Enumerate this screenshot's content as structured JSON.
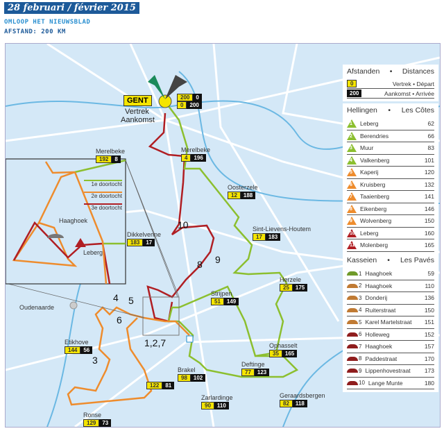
{
  "header": {
    "date": "28 februari / février 2015",
    "race": "OMLOOP HET NIEUWSBLAD",
    "distance": "AFSTAND: 200 KM"
  },
  "start": {
    "city": "GENT",
    "line1": "Vertrek",
    "line2": "Aankomst",
    "start_box": [
      "200",
      "0"
    ],
    "finish_box": [
      "0",
      "200"
    ]
  },
  "places": [
    {
      "name": "Merelbeke",
      "from_start": "192",
      "to_finish": "8"
    },
    {
      "name": "Merelbeke",
      "from_start": "4",
      "to_finish": "196"
    },
    {
      "name": "Oosterzele",
      "from_start": "12",
      "to_finish": "188"
    },
    {
      "name": "Sint-Lievens-Houtem",
      "from_start": "17",
      "to_finish": "183"
    },
    {
      "name": "Dikkelvenne",
      "from_start": "183",
      "to_finish": "17"
    },
    {
      "name": "Herzele",
      "from_start": "25",
      "to_finish": "175"
    },
    {
      "name": "Strijpen",
      "from_start": "51",
      "to_finish": "149"
    },
    {
      "name": "Ophasselt",
      "from_start": "35",
      "to_finish": "165"
    },
    {
      "name": "Deftinge",
      "from_start": "77",
      "to_finish": "123"
    },
    {
      "name": "Brakel",
      "from_start": "98",
      "to_finish": "102"
    },
    {
      "name": "Zarlardinge",
      "from_start": "90",
      "to_finish": "110"
    },
    {
      "name": "Geraardsbergen",
      "from_start": "82",
      "to_finish": "118"
    },
    {
      "name": "Etikhove",
      "from_start": "144",
      "to_finish": "56"
    },
    {
      "name": "Ronse",
      "from_start": "129",
      "to_finish": "73"
    },
    {
      "name": "",
      "from_start": "122",
      "to_finish": "81"
    },
    {
      "name": "Oudenaarde"
    }
  ],
  "cobble_markers": [
    "10",
    "9",
    "8",
    "4",
    "5",
    "6",
    "3",
    "1,2,7"
  ],
  "inset": {
    "place1": "Haaghoek",
    "place2": "Leberg",
    "legend": [
      "1e doortocht",
      "2e doortocht",
      "3e doortocht"
    ]
  },
  "distances_legend": {
    "title_nl": "Afstanden",
    "title_fr": "Distances",
    "start_sample": "0",
    "start_label": "Vertrek • Départ",
    "finish_sample": "200",
    "finish_label": "Aankomst • Arrivée"
  },
  "climbs": {
    "title_nl": "Hellingen",
    "title_fr": "Les Côtes",
    "items": [
      {
        "n": "1",
        "name": "Leberg",
        "km": "62",
        "color": "#8cbf2f"
      },
      {
        "n": "2",
        "name": "Berendries",
        "km": "66",
        "color": "#8cbf2f"
      },
      {
        "n": "3",
        "name": "Muur",
        "km": "83",
        "color": "#8cbf2f"
      },
      {
        "n": "4",
        "name": "Valkenberg",
        "km": "101",
        "color": "#8cbf2f"
      },
      {
        "n": "5",
        "name": "Kaperij",
        "km": "120",
        "color": "#ee8c2d"
      },
      {
        "n": "6",
        "name": "Kruisberg",
        "km": "132",
        "color": "#ee8c2d"
      },
      {
        "n": "7",
        "name": "Taaienberg",
        "km": "141",
        "color": "#ee8c2d"
      },
      {
        "n": "8",
        "name": "Eikenberg",
        "km": "146",
        "color": "#ee8c2d"
      },
      {
        "n": "9",
        "name": "Wolvenberg",
        "km": "150",
        "color": "#ee8c2d"
      },
      {
        "n": "10",
        "name": "Leberg",
        "km": "160",
        "color": "#b01e23"
      },
      {
        "n": "11",
        "name": "Molenberg",
        "km": "165",
        "color": "#b01e23"
      }
    ]
  },
  "cobbles": {
    "title_nl": "Kasseien",
    "title_fr": "Les Pavés",
    "items": [
      {
        "n": "1",
        "name": "Haaghoek",
        "km": "59",
        "color": "#6f9a2a"
      },
      {
        "n": "2",
        "name": "Haaghoek",
        "km": "110",
        "color": "#c07a33"
      },
      {
        "n": "3",
        "name": "Donderij",
        "km": "136",
        "color": "#c07a33"
      },
      {
        "n": "4",
        "name": "Ruiterstraat",
        "km": "150",
        "color": "#c07a33"
      },
      {
        "n": "5",
        "name": "Karel Martelstraat",
        "km": "151",
        "color": "#c07a33"
      },
      {
        "n": "6",
        "name": "Holleweg",
        "km": "152",
        "color": "#8f1d1d"
      },
      {
        "n": "7",
        "name": "Haaghoek",
        "km": "157",
        "color": "#8f1d1d"
      },
      {
        "n": "8",
        "name": "Paddestraat",
        "km": "170",
        "color": "#8f1d1d"
      },
      {
        "n": "9",
        "name": "Lippenhovestraat",
        "km": "173",
        "color": "#8f1d1d"
      },
      {
        "n": "10",
        "name": "Lange Munte",
        "km": "180",
        "color": "#8f1d1d"
      }
    ]
  },
  "colors": {
    "green": "#8cbf2f",
    "orange": "#ee8c2d",
    "red": "#b01e23",
    "water": "#6bb8e3",
    "road": "#ffffff",
    "map": "#d4e8f7",
    "title": "#1d5a99"
  }
}
